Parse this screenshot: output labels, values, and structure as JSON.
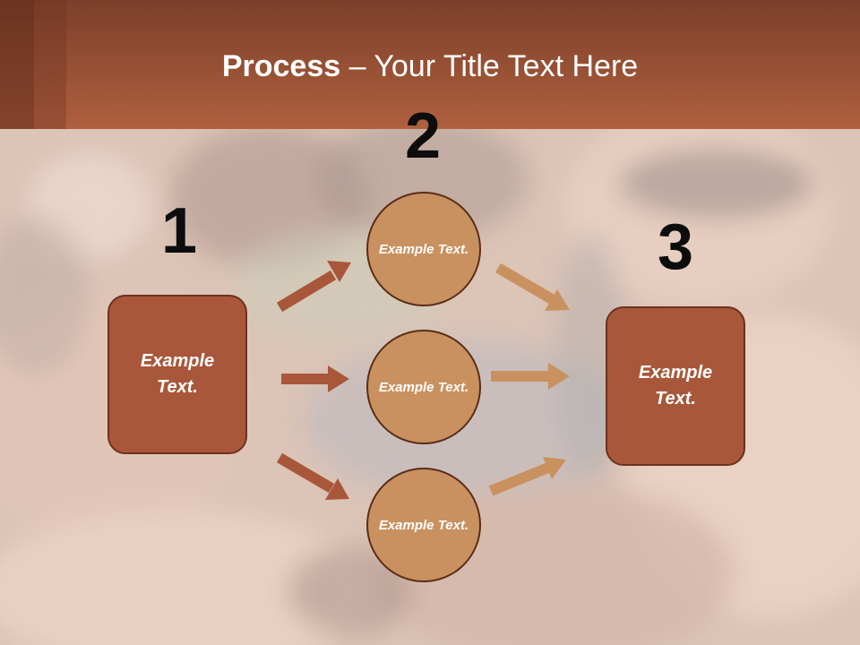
{
  "slide": {
    "title_bold": "Process",
    "title_rest": " – Your Title Text Here",
    "colors": {
      "header": "#a2573b",
      "box_fill": "#a9573a",
      "circle_fill": "#c9915f",
      "arrow_dark": "#a9573a",
      "arrow_light": "#c9915f"
    }
  },
  "steps": [
    {
      "number": "1",
      "text": "Example Text."
    },
    {
      "number": "2",
      "items": [
        {
          "text": "Example Text."
        },
        {
          "text": "Example Text."
        },
        {
          "text": "Example Text."
        }
      ]
    },
    {
      "number": "3",
      "text": "Example Text."
    }
  ]
}
